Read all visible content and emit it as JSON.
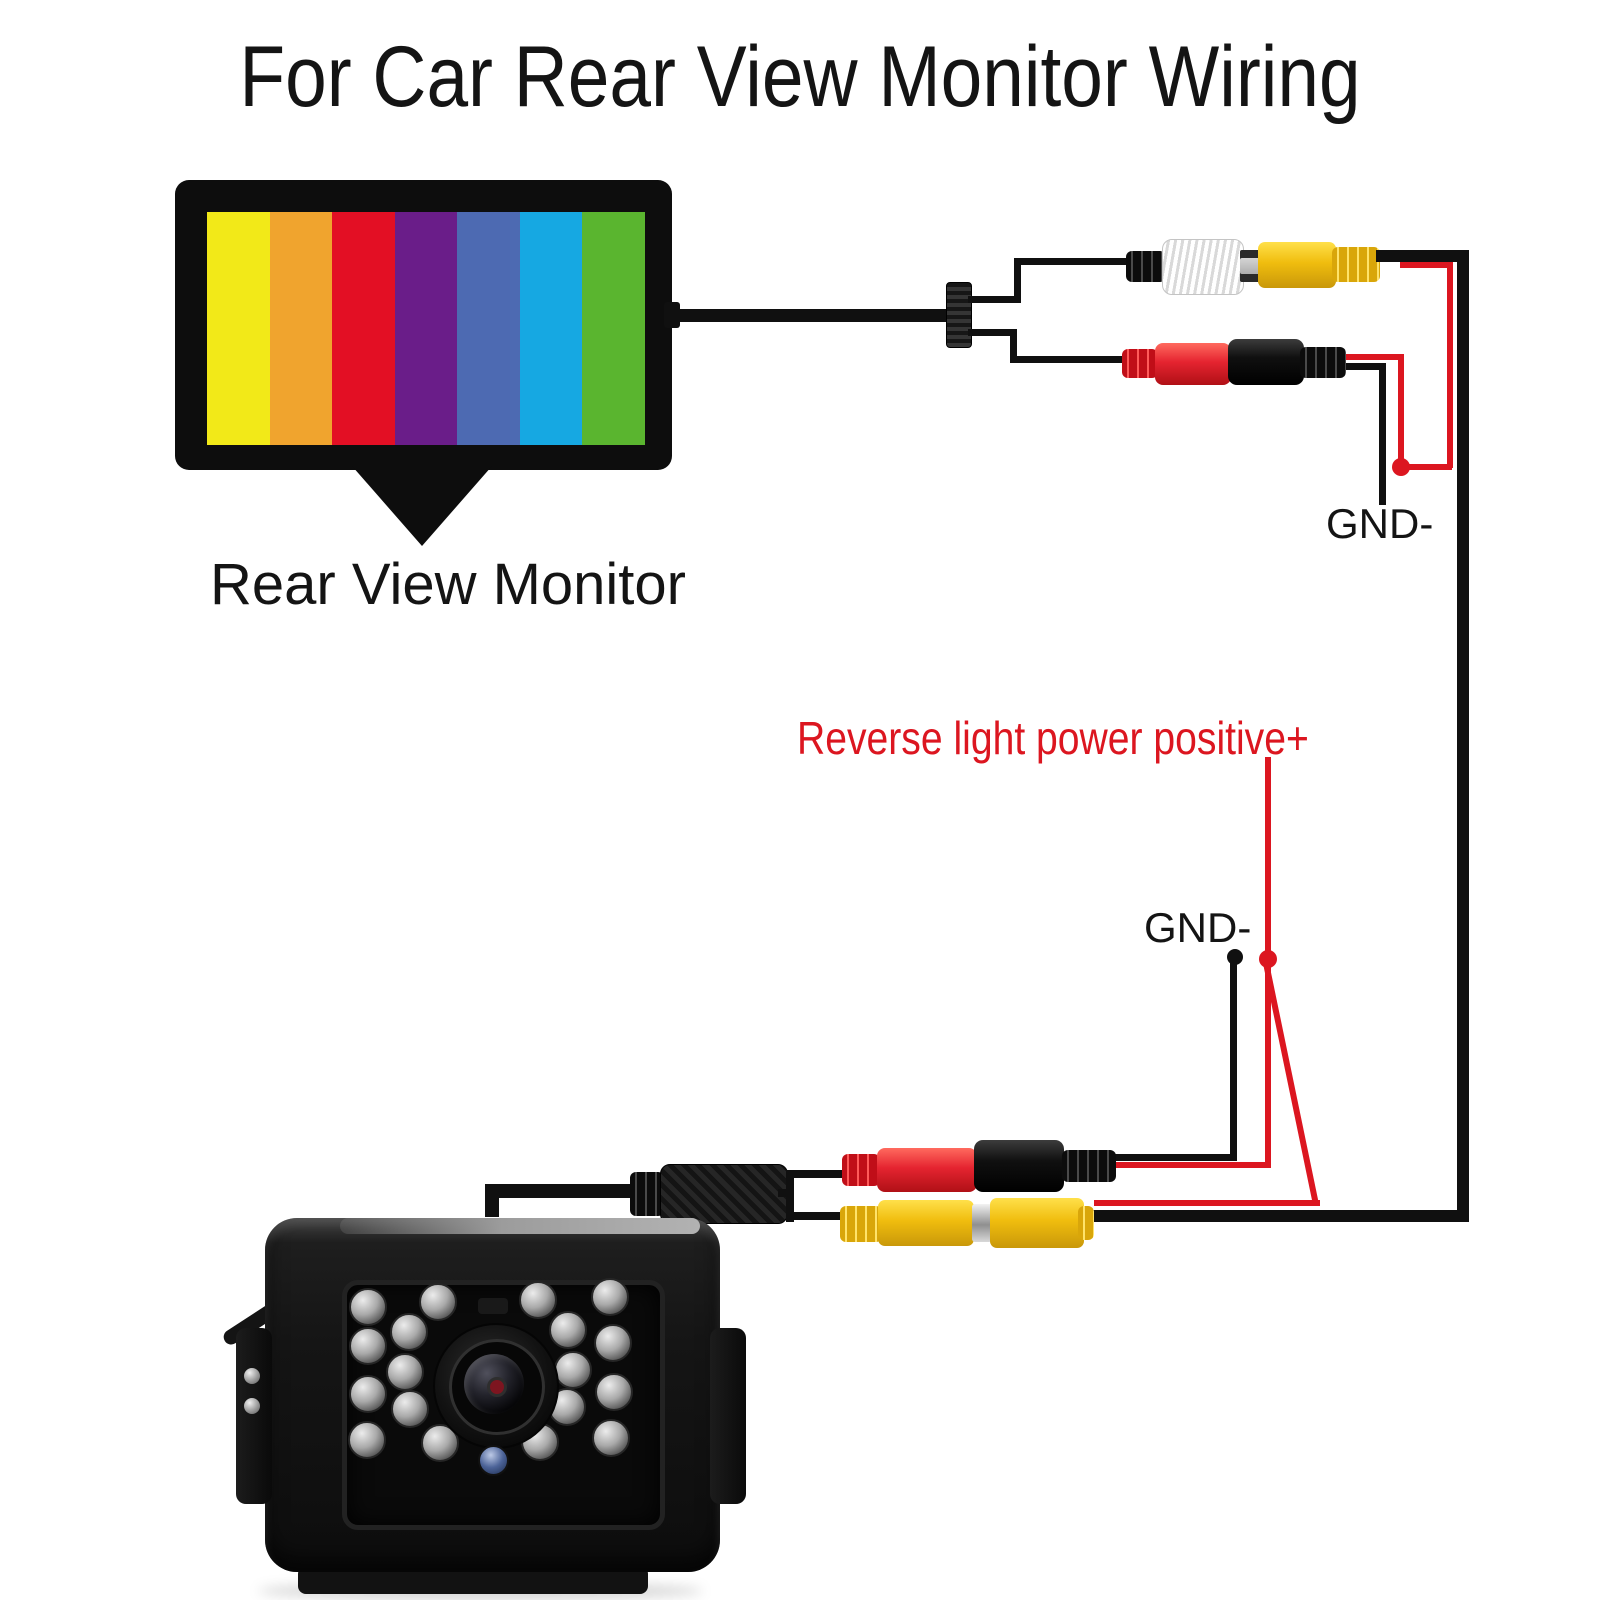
{
  "title": "For Car Rear View Monitor Wiring",
  "monitor": {
    "label": "Rear View Monitor",
    "bar_colors": [
      "#f2e918",
      "#f0a42e",
      "#e30f24",
      "#6a1d89",
      "#4d6ab2",
      "#16a8e2",
      "#5ab52f"
    ]
  },
  "annotations": {
    "gnd_top": "GND-",
    "gnd_mid": "GND-",
    "reverse_power": "Reverse light power positive+"
  },
  "palette": {
    "ink": "#141414",
    "wire_black": "#101010",
    "wire_red": "#dc1620"
  }
}
